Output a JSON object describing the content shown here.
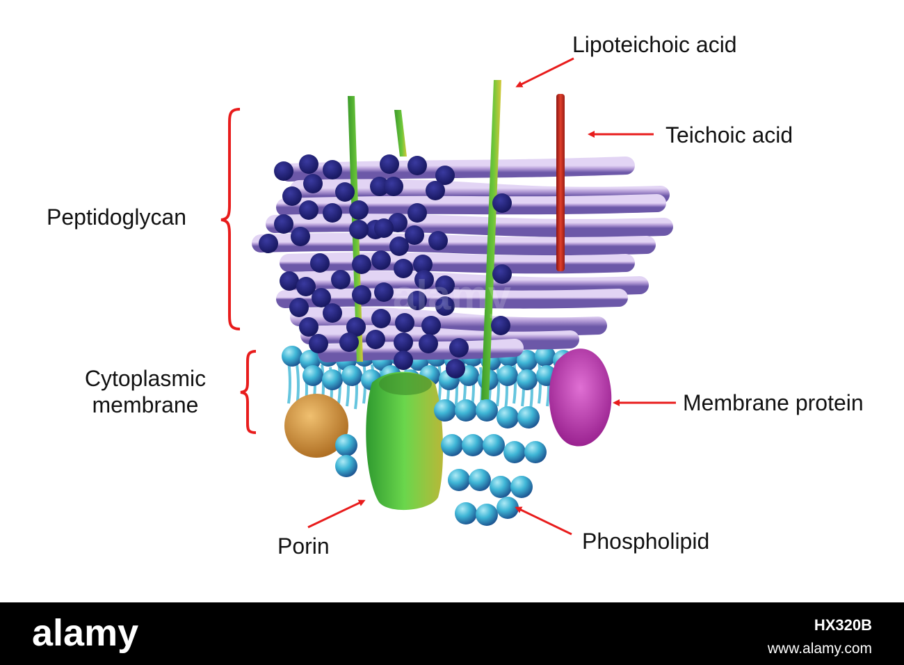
{
  "labels": {
    "lipoteichoic_acid": "Lipoteichoic acid",
    "teichoic_acid": "Teichoic acid",
    "peptidoglycan": "Peptidoglycan",
    "cytoplasmic_membrane": "Cytoplasmic membrane",
    "membrane_protein": "Membrane protein",
    "porin": "Porin",
    "phospholipid": "Phospholipid"
  },
  "footer": {
    "logo_text": "alamy",
    "stock_id": "HX320B",
    "site": "www.alamy.com"
  },
  "watermark": "alamy",
  "colors": {
    "background": "#ffffff",
    "arrow": "#e81c1c",
    "brace": "#e81c1c",
    "fiber": "#b39bd6",
    "fiber_end": "#2a2a7a",
    "lipoteichoic_acid": "#3cb43c",
    "teichoic_acid": "#c8281c",
    "phospholipid_head": "#3fb6d6",
    "porin": "#4cc44c",
    "membrane_protein": "#c844b4",
    "small_protein": "#d89a3c",
    "footer_background": "#000000"
  }
}
